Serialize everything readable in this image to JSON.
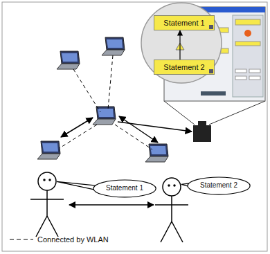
{
  "diagram": {
    "nodes": [
      {
        "text": [
          "Statement 1"
        ]
      },
      {
        "text": [
          "Statement 2"
        ]
      },
      {
        "text": [
          "Statement 1"
        ]
      },
      {
        "text": [
          "Statement 2"
        ]
      }
    ],
    "edges": [
      {
        "from": 1,
        "to": 0,
        "arrow": "to"
      }
    ],
    "legend": [
      {
        "text": "Connected by WLAN"
      }
    ]
  }
}
